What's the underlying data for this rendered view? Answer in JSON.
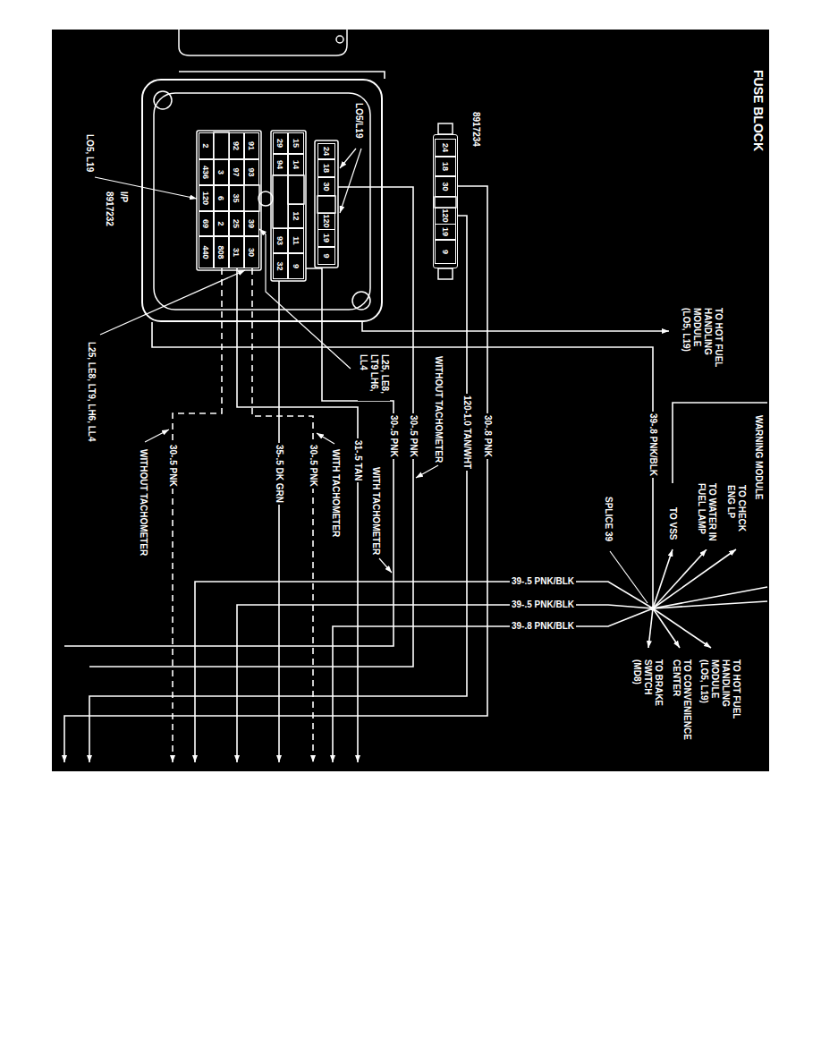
{
  "diagram": {
    "title": "FUSE BLOCK",
    "nodes": [
      {
        "text": [
          "8917234"
        ]
      },
      {
        "text": [
          "24"
        ],
        "in": 0
      },
      {
        "text": [
          "18"
        ],
        "in": 0
      },
      {
        "text": [
          "30"
        ],
        "in": 0
      },
      {
        "text": [
          "120"
        ],
        "in": 0
      },
      {
        "text": [
          "19"
        ],
        "in": 0
      },
      {
        "text": [
          "9"
        ],
        "in": 0
      },
      {
        "text": [
          "I/P",
          "8917232"
        ]
      },
      {
        "text": [
          "24"
        ],
        "in": 7
      },
      {
        "text": [
          "18"
        ],
        "in": 7
      },
      {
        "text": [
          "30"
        ],
        "in": 7
      },
      {
        "text": [
          "120"
        ],
        "in": 7
      },
      {
        "text": [
          "19"
        ],
        "in": 7
      },
      {
        "text": [
          "9"
        ],
        "in": 7
      },
      {
        "text": [
          "15"
        ],
        "in": 7
      },
      {
        "text": [
          "14"
        ],
        "in": 7
      },
      {
        "text": [
          "12"
        ],
        "in": 7
      },
      {
        "text": [
          "11"
        ],
        "in": 7
      },
      {
        "text": [
          "9"
        ],
        "in": 7
      },
      {
        "text": [
          "29"
        ],
        "in": 7
      },
      {
        "text": [
          "94"
        ],
        "in": 7
      },
      {
        "text": [
          "93"
        ],
        "in": 7
      },
      {
        "text": [
          "32"
        ],
        "in": 7
      },
      {
        "text": [
          "91"
        ],
        "in": 7
      },
      {
        "text": [
          "93"
        ],
        "in": 7
      },
      {
        "text": [
          "39"
        ],
        "in": 7
      },
      {
        "text": [
          "30"
        ],
        "in": 7
      },
      {
        "text": [
          "92"
        ],
        "in": 7
      },
      {
        "text": [
          "97"
        ],
        "in": 7
      },
      {
        "text": [
          "35"
        ],
        "in": 7
      },
      {
        "text": [
          "25"
        ],
        "in": 7
      },
      {
        "text": [
          "31"
        ],
        "in": 7
      },
      {
        "text": [
          "3"
        ],
        "in": 7
      },
      {
        "text": [
          "6"
        ],
        "in": 7
      },
      {
        "text": [
          "2"
        ],
        "in": 7
      },
      {
        "text": [
          "808"
        ],
        "in": 7
      },
      {
        "text": [
          "2"
        ],
        "in": 7
      },
      {
        "text": [
          "436"
        ],
        "in": 7
      },
      {
        "text": [
          "120"
        ],
        "in": 7
      },
      {
        "text": [
          "69"
        ],
        "in": 7
      },
      {
        "text": [
          "440"
        ],
        "in": 7
      }
    ],
    "labels": [
      "LO5/L19",
      "LO5, L19",
      "L25, LE8, LT9 LH6, LL4",
      "L25, LE8, LT9, LH6, LL4",
      "TO HOT FUEL HANDLING MODULE (LO5, L19)",
      "30-.8 PNK",
      "120-1.0 TAN/WHT",
      "WITHOUT TACHOMETER",
      "30-.5 PNK",
      "30-.5 PNK",
      "WITH TACHOMETER",
      "31-.5 TAN",
      "WITH TACHOMETER",
      "30-.5 PNK",
      "35-.5 DK GRN",
      "30-.5 PNK",
      "WITHOUT TACHOMETER",
      "39-.8 PNK/BLK",
      "WARNING MODULE",
      "TO CHECK ENG LP",
      "TO WATER IN FUEL LAMP",
      "TO VSS",
      "SPLICE 39",
      "39-.5 PNK/BLK",
      "39-.5 PNK/BLK",
      "39-.8 PNK/BLK",
      "TO HOT FUEL HANDLING MODULE (LO5, L19)",
      "TO CONVENIENCE CENTER",
      "TO BRAKE SWITCH (MD8)"
    ]
  }
}
